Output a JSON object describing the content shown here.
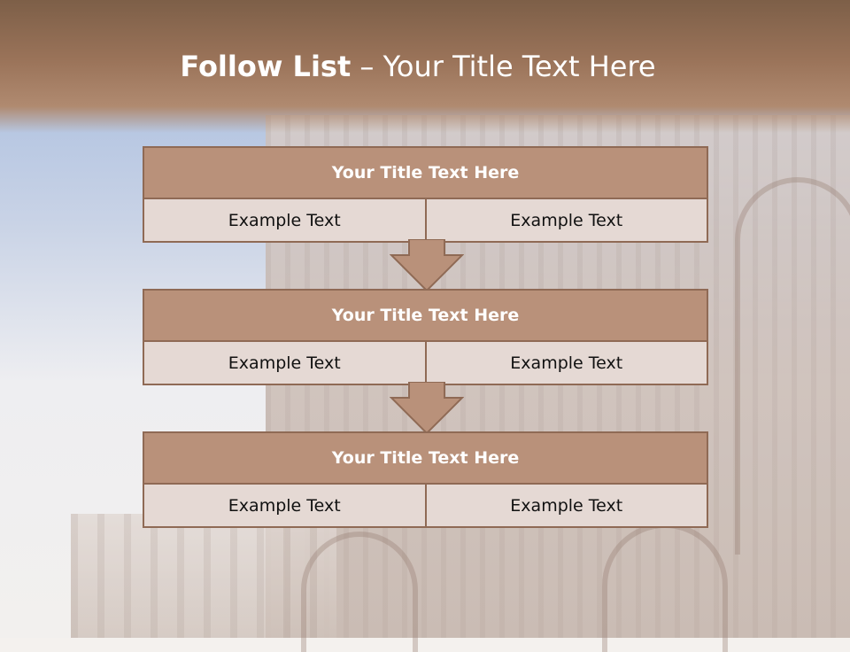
{
  "slide": {
    "title_bold": "Follow List",
    "title_rest": " – Your Title Text Here"
  },
  "steps": [
    {
      "title": "Your Title Text Here",
      "left": "Example Text",
      "right": "Example Text"
    },
    {
      "title": "Your Title Text Here",
      "left": "Example Text",
      "right": "Example Text"
    },
    {
      "title": "Your Title Text Here",
      "left": "Example Text",
      "right": "Example Text"
    }
  ],
  "colors": {
    "header_brown": "#9a7359",
    "box_header": "#b9917a",
    "box_border": "#8f6a55",
    "box_body": "#e5d9d4"
  }
}
